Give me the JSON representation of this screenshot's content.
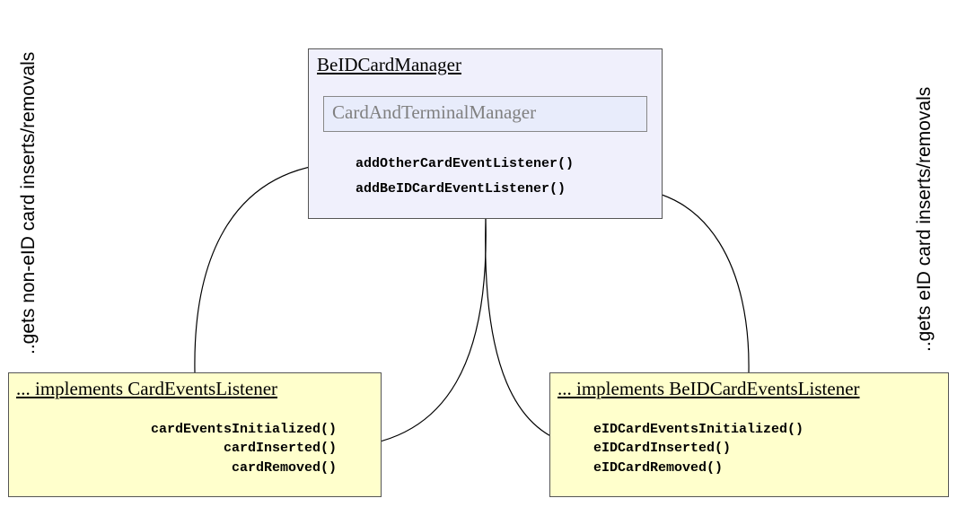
{
  "side_labels": {
    "left": "..gets non-eID card inserts/removals",
    "right": "..gets eID card inserts/removals"
  },
  "manager": {
    "title": "BeIDCardManager",
    "inner": "CardAndTerminalManager",
    "methods": [
      "addOtherCardEventListener()",
      "addBeIDCardEventListener()"
    ]
  },
  "listener_left": {
    "title": "... implements CardEventsListener",
    "methods": [
      "cardEventsInitialized()",
      "cardInserted()",
      "cardRemoved()"
    ]
  },
  "listener_right": {
    "title": "... implements BeIDCardEventsListener",
    "methods": [
      "eIDCardEventsInitialized()",
      "eIDCardInserted()",
      "eIDCardRemoved()"
    ]
  },
  "colors": {
    "manager_fill": "#f0f0fc",
    "inner_fill": "#e8ecfb",
    "listener_fill": "#ffffcc",
    "border": "#555555",
    "inner_text": "#808080"
  }
}
